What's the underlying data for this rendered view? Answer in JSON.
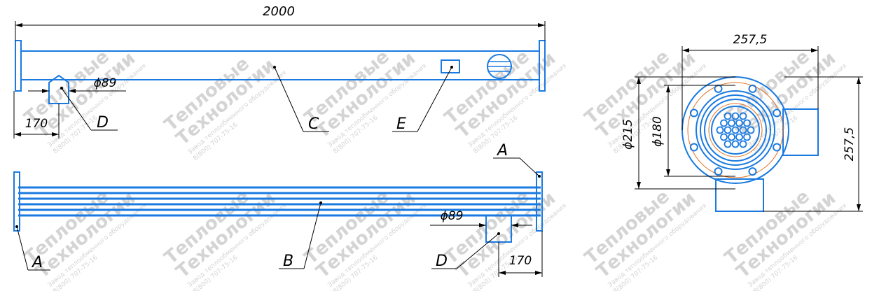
{
  "dimensions": {
    "length_top": "2000",
    "offset_top": "170",
    "offset_bottom": "170",
    "pipe_dia_top": "ϕ89",
    "pipe_dia_bottom": "ϕ89",
    "flange_width": "257,5",
    "flange_height": "257,5",
    "dia_outer": "ϕ215",
    "dia_inner": "ϕ180"
  },
  "callouts": {
    "A_top": "A",
    "A_bottom": "A",
    "B": "B",
    "C": "C",
    "D_top": "D",
    "D_bottom": "D",
    "E": "E"
  },
  "watermark": {
    "line1": "Тепловые",
    "line2": "Технологии",
    "line3": "Завод теплообменного оборудования",
    "line4": "8(800) 707-75-16"
  },
  "colors": {
    "drawing": "#1a7ae0",
    "dimension": "#000000",
    "accent": "#e07020",
    "watermark": "#d4d4d4"
  }
}
